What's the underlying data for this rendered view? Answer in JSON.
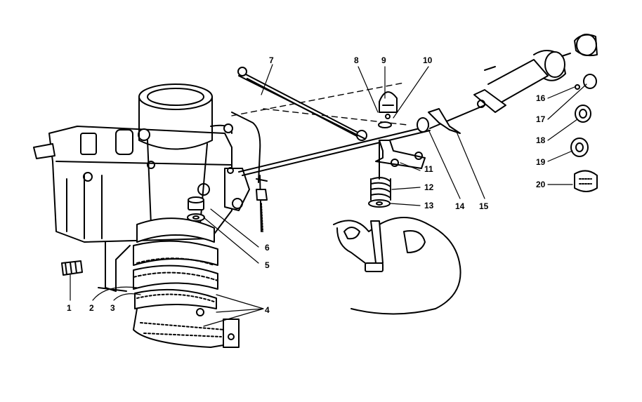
{
  "diagram": {
    "callouts": {
      "n1": "1",
      "n2": "2",
      "n3": "3",
      "n4": "4",
      "n5": "5",
      "n6": "6",
      "n7": "7",
      "n8": "8",
      "n9": "9",
      "n10": "10",
      "n11": "11",
      "n12": "12",
      "n13": "13",
      "n14": "14",
      "n15": "15",
      "n16": "16",
      "n17": "17",
      "n18": "18",
      "n19": "19",
      "n20": "20"
    }
  }
}
